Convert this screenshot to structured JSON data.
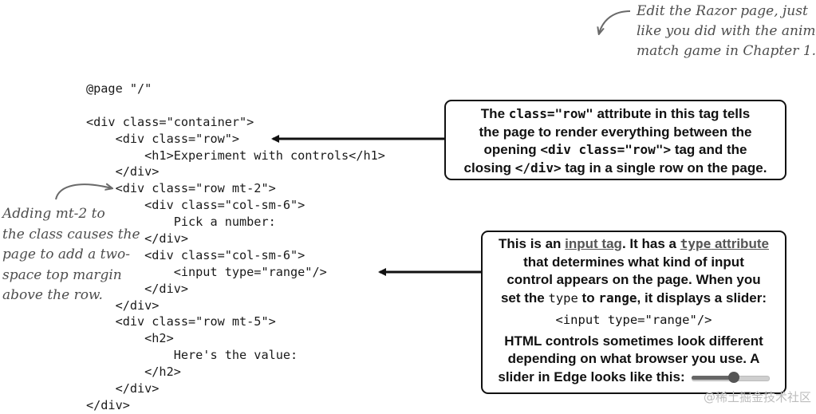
{
  "code_lines": [
    "@page \"/\"",
    "",
    "<div class=\"container\">",
    "    <div class=\"row\">",
    "        <h1>Experiment with controls</h1>",
    "    </div>",
    "    <div class=\"row mt-2\">",
    "        <div class=\"col-sm-6\">",
    "            Pick a number:",
    "        </div>",
    "        <div class=\"col-sm-6\">",
    "            <input type=\"range\"/>",
    "        </div>",
    "    </div>",
    "    <div class=\"row mt-5\">",
    "        <h2>",
    "            Here's the value:",
    "        </h2>",
    "    </div>",
    "</div>"
  ],
  "top_note": [
    "Edit the Razor page, just",
    "like you did with the animal",
    "match game in Chapter 1."
  ],
  "left_note": [
    "Adding mt-2 to",
    "the class causes the",
    "page to add a two-",
    "space top margin",
    "above the row."
  ],
  "row_callout": {
    "t1": "The ",
    "c1": "class=\"row\"",
    "t2": " attribute in this tag tells",
    "t3": "the page to render everything between the",
    "t4": "opening ",
    "c2": "<div class=\"row\">",
    "t5": " tag and the",
    "t6": "closing ",
    "c3": "</div>",
    "t7": " tag in a single row on the page."
  },
  "input_callout": {
    "t1": "This is an ",
    "link1": "input tag",
    "t2": ". It has a ",
    "link2a": "type",
    "link2b": " attribute",
    "t3": "that determines what kind of input",
    "t4": "control appears on the page. When you",
    "t5": "set the ",
    "c1": "type",
    "t6": " to ",
    "c2": "range",
    "t7": ", it displays a slider:",
    "example": "<input type=\"range\"/>",
    "t8": "HTML controls sometimes look different",
    "t9": "depending on what browser you use. A",
    "t10": "slider in Edge looks like this:"
  },
  "slider_level": 0.55,
  "watermark": "@稀土掘金技术社区"
}
